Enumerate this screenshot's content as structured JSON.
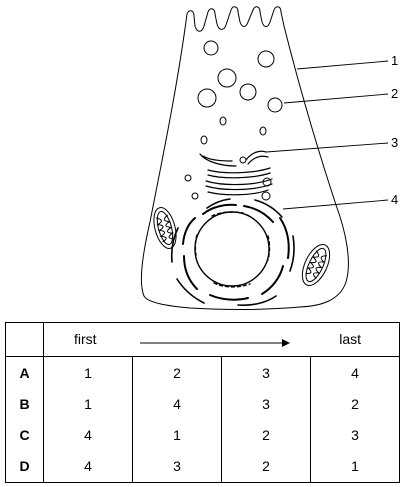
{
  "labels": [
    "1",
    "2",
    "3",
    "4"
  ],
  "table": {
    "header": {
      "first": "first",
      "last": "last"
    },
    "rows": [
      {
        "option": "A",
        "values": [
          "1",
          "2",
          "3",
          "4"
        ]
      },
      {
        "option": "B",
        "values": [
          "1",
          "4",
          "3",
          "2"
        ]
      },
      {
        "option": "C",
        "values": [
          "4",
          "1",
          "2",
          "3"
        ]
      },
      {
        "option": "D",
        "values": [
          "4",
          "3",
          "2",
          "1"
        ]
      }
    ]
  }
}
